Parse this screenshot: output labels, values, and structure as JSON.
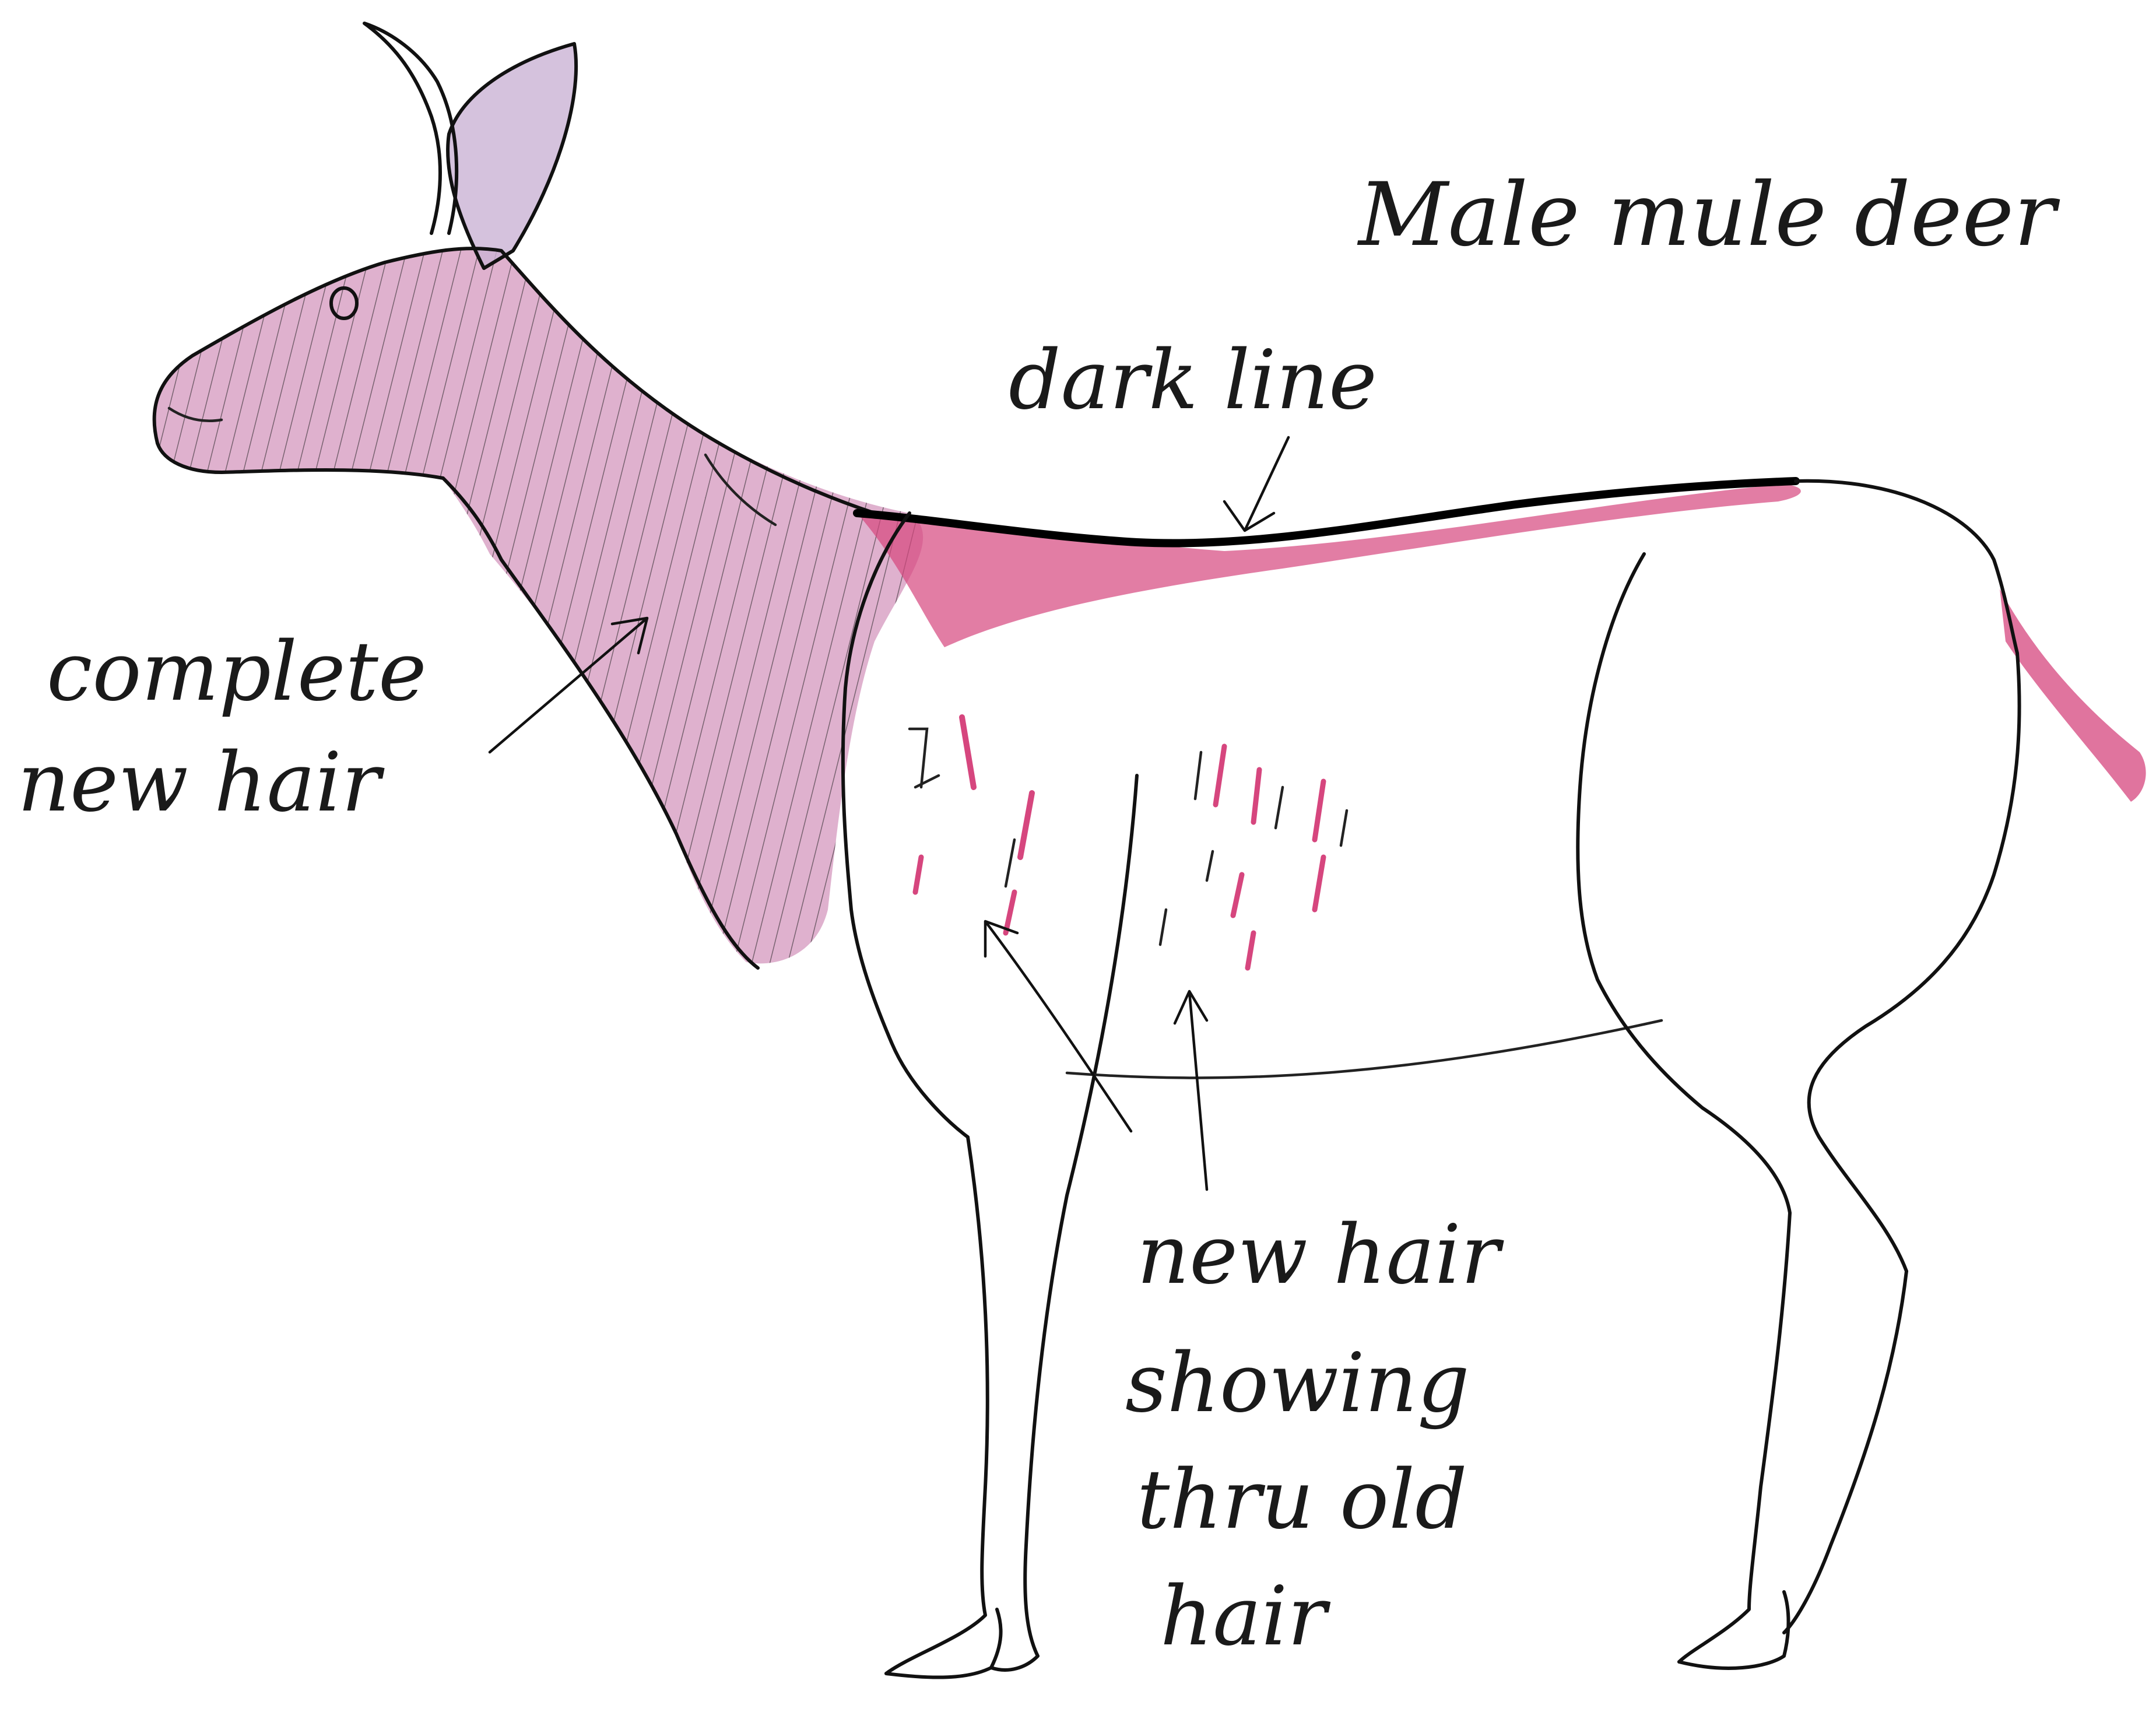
{
  "colors": {
    "paper": "#ffffff",
    "ink": "#111111",
    "new_hair_pink": "#d98fb8",
    "new_hair_magenta": "#c4336f",
    "ear_lavender": "#cbb3d4"
  },
  "labels": {
    "title": "Male mule deer",
    "dark_line": "dark line",
    "complete_new_hair_line1": "complete",
    "complete_new_hair_line2": "new hair",
    "new_hair_showing_line1": "new hair",
    "new_hair_showing_line2": "showing",
    "new_hair_showing_line3": "thru old",
    "new_hair_showing_line4": "hair"
  }
}
